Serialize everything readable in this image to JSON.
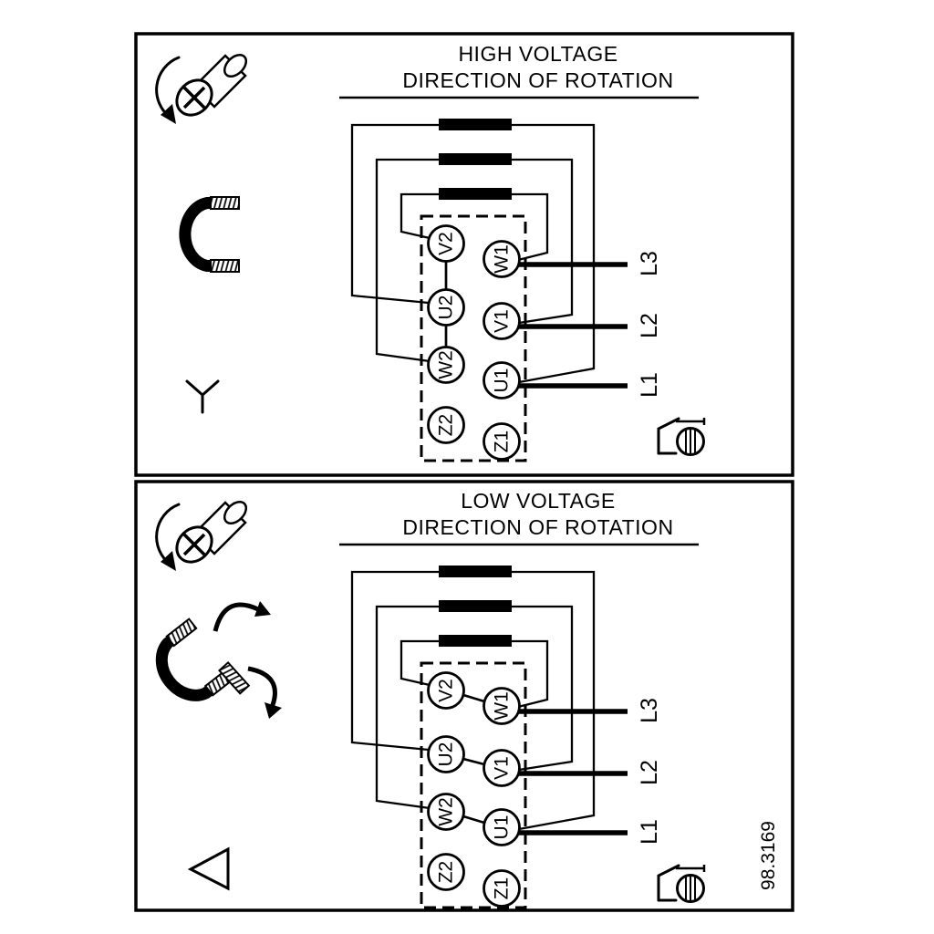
{
  "figure": {
    "ref_number": "98.3169",
    "background_color": "#ffffff",
    "line_color": "#000000"
  },
  "panels": [
    {
      "id": "high-voltage",
      "title_line1": "HIGH VOLTAGE",
      "title_line2": "DIRECTION OF ROTATION",
      "connection_symbol": "star",
      "terminals_left": [
        "V2",
        "U2",
        "W2",
        "Z2"
      ],
      "terminals_right": [
        "W1",
        "V1",
        "U1",
        "Z1"
      ],
      "supply_lines": [
        "L3",
        "L2",
        "L1"
      ],
      "icons": [
        "screw-rotation-icon",
        "jumper-link-icon",
        "star-symbol",
        "earth-screw-icon"
      ]
    },
    {
      "id": "low-voltage",
      "title_line1": "LOW VOLTAGE",
      "title_line2": "DIRECTION OF ROTATION",
      "connection_symbol": "delta",
      "terminals_left": [
        "V2",
        "U2",
        "W2",
        "Z2"
      ],
      "terminals_right": [
        "W1",
        "V1",
        "U1",
        "Z1"
      ],
      "supply_lines": [
        "L3",
        "L2",
        "L1"
      ],
      "icons": [
        "screw-rotation-icon",
        "jumper-links-move-icon",
        "delta-symbol",
        "earth-screw-icon"
      ]
    }
  ]
}
